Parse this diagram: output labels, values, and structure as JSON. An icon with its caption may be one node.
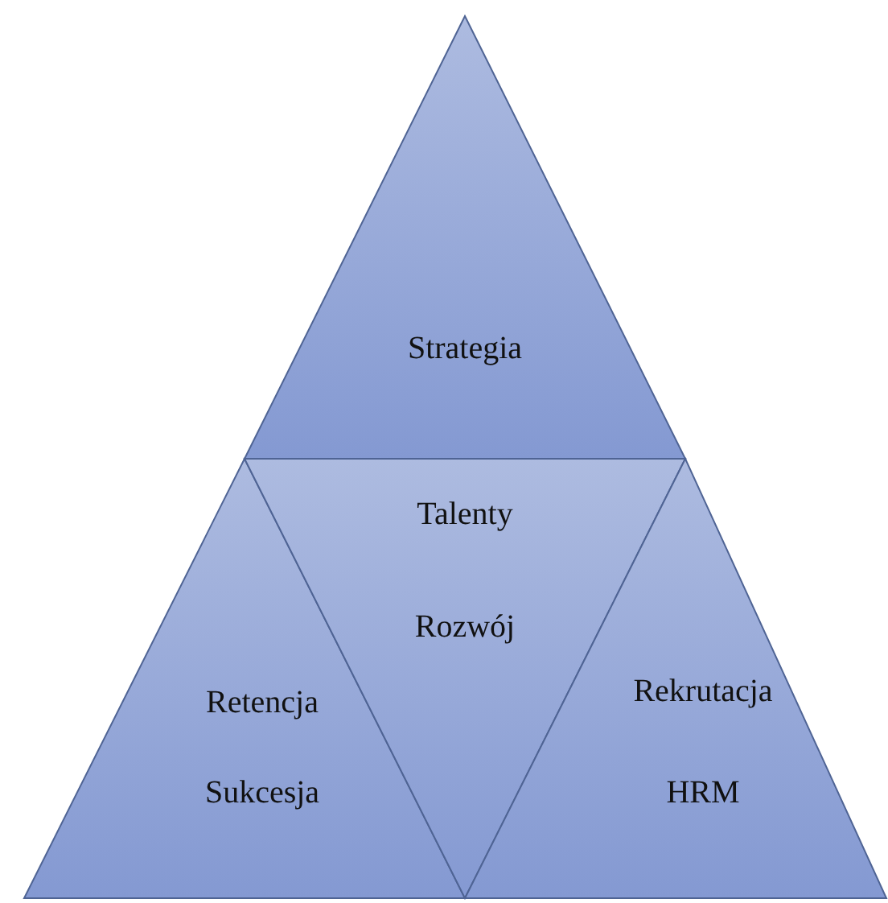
{
  "diagram": {
    "nodes": [
      {
        "text": [
          "Strategia"
        ]
      },
      {
        "text": [
          "Retencja",
          "Sukcesja"
        ]
      },
      {
        "text": [
          "Talenty",
          "Rozwój"
        ]
      },
      {
        "text": [
          "Rekrutacja",
          "HRM"
        ]
      }
    ]
  }
}
